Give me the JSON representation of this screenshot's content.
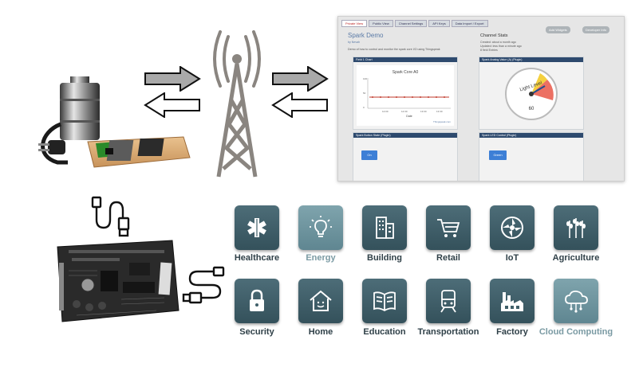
{
  "dashboard": {
    "tabs": [
      "Private View",
      "Public View",
      "Channel Settings",
      "API Keys",
      "Data Import / Export"
    ],
    "buttons": [
      "Add Widgets",
      "Developer Info"
    ],
    "title": "Spark Demo",
    "author": "by Nevah",
    "description": "Demo of how to control and monitor the spark core I/O using Thingspeak",
    "stats_title": "Channel Stats",
    "stats": [
      "Created:   about a month ago",
      "Updated:   less than a minute ago",
      "8 field Entries"
    ],
    "panels": {
      "chart_header": "Field 1 Chart",
      "chart_title": "Spark Core A0",
      "chart_xlabel": "Date",
      "chart_credit": "Thingspeak.com",
      "chart_yticks": [
        "100",
        "50",
        "0"
      ],
      "chart_xticks": [
        "12:00",
        "12:30",
        "13:00",
        "13:30"
      ],
      "gauge_header": "Spark Analog Value (A) (Plugin)",
      "gauge_label": "Light Level",
      "gauge_value": "60",
      "button_header": "Spark Button State (Plugin)",
      "button_label": "On",
      "led_header": "Spark LED Control (Plugin)",
      "led_label": "Green"
    }
  },
  "tiles": [
    {
      "label": "Healthcare",
      "icon": "medical-star-icon"
    },
    {
      "label": "Energy",
      "icon": "lightbulb-icon"
    },
    {
      "label": "Building",
      "icon": "building-icon"
    },
    {
      "label": "Retail",
      "icon": "shopping-cart-icon"
    },
    {
      "label": "IoT",
      "icon": "iot-globe-icon"
    },
    {
      "label": "Agriculture",
      "icon": "wheat-icon"
    },
    {
      "label": "Security",
      "icon": "padlock-icon"
    },
    {
      "label": "Home",
      "icon": "house-icon"
    },
    {
      "label": "Education",
      "icon": "open-book-icon"
    },
    {
      "label": "Transportation",
      "icon": "train-icon"
    },
    {
      "label": "Factory",
      "icon": "factory-icon"
    },
    {
      "label": "Cloud Computing",
      "icon": "cloud-icon"
    }
  ],
  "colors": {
    "tile": "#3f5f69",
    "tile_light": "#6f949d",
    "arrow_gray": "#a9a9a9",
    "tower": "#8a8580",
    "panel_header": "#2e4a6e"
  }
}
